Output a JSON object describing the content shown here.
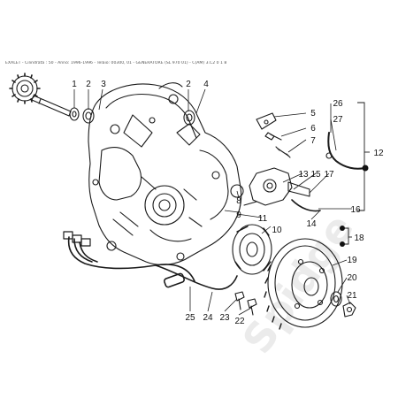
{
  "header": {
    "text": "EXALET - Cilindrata : 50 - Anno: 1996-1996 - Telaio: 00300, 01 - GENERATORE (SL 970 01) - C(AM) 3.C2 0 1 8"
  },
  "watermark": {
    "text": "Spidge"
  },
  "callouts": [
    "1",
    "2",
    "3",
    "2",
    "4",
    "5",
    "6",
    "7",
    "26",
    "27",
    "12",
    "13",
    "15",
    "17",
    "8",
    "9",
    "11",
    "10",
    "14",
    "16",
    "18",
    "19",
    "20",
    "21",
    "25",
    "24",
    "23",
    "22"
  ]
}
